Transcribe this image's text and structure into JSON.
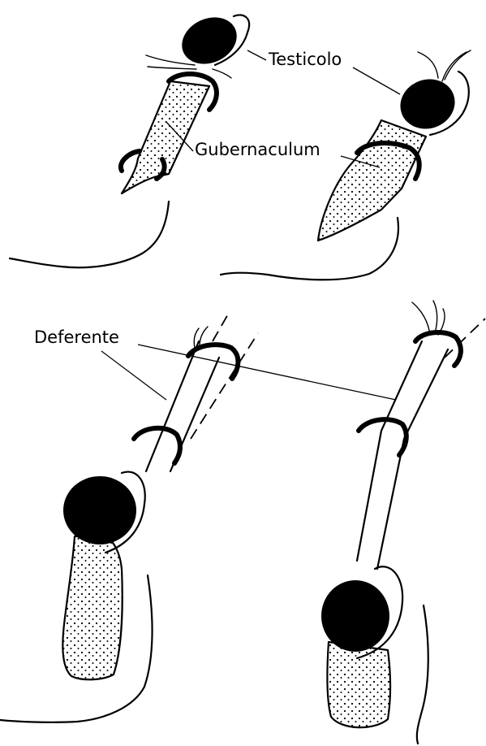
{
  "labels": {
    "testis": "Testicolo",
    "gubernaculum": "Gubernaculum",
    "vas_deferens": "Deferente"
  },
  "colors": {
    "ink": "#000000",
    "background": "#ffffff"
  }
}
